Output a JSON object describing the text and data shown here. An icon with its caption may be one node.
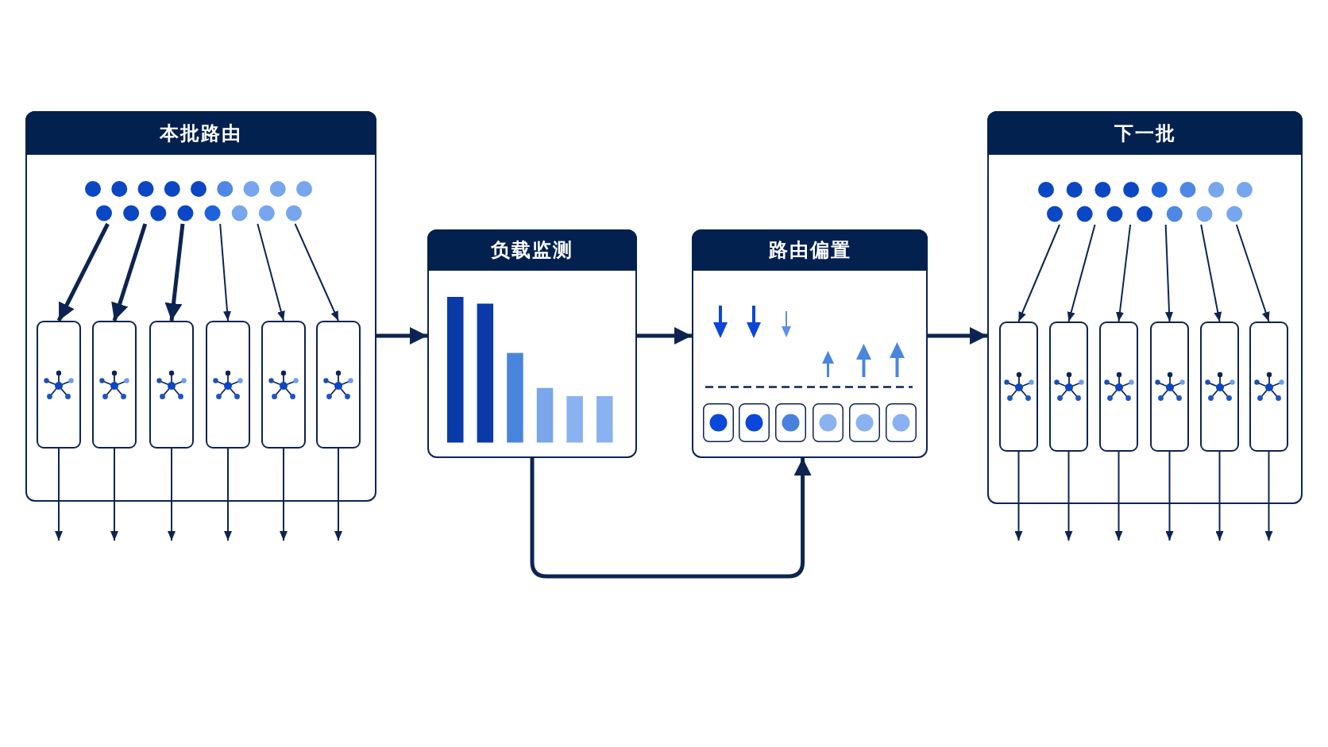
{
  "diagram": {
    "nodes": [
      {
        "text": [
          "本批路由"
        ]
      },
      {
        "text": [],
        "shape": "picture",
        "in": 0
      },
      {
        "text": [],
        "shape": "box",
        "in": 0
      },
      {
        "text": [],
        "shape": "box",
        "in": 0
      },
      {
        "text": [],
        "shape": "box",
        "in": 0
      },
      {
        "text": [],
        "shape": "box",
        "in": 0
      },
      {
        "text": [],
        "shape": "box",
        "in": 0
      },
      {
        "text": [],
        "shape": "box",
        "in": 0
      },
      {
        "text": [
          "负载监测"
        ]
      },
      {
        "text": [
          "路由偏置"
        ]
      },
      {
        "text": [
          "下一批"
        ]
      },
      {
        "text": [],
        "shape": "picture",
        "in": 10
      },
      {
        "text": [],
        "shape": "box",
        "in": 10
      },
      {
        "text": [],
        "shape": "box",
        "in": 10
      },
      {
        "text": [],
        "shape": "box",
        "in": 10
      },
      {
        "text": [],
        "shape": "box",
        "in": 10
      },
      {
        "text": [],
        "shape": "box",
        "in": 10
      },
      {
        "text": [],
        "shape": "box",
        "in": 10
      }
    ],
    "edges": [
      {
        "from": 1,
        "to": 2,
        "arrow": "to",
        "style": "thick"
      },
      {
        "from": 1,
        "to": 3,
        "arrow": "to",
        "style": "thick"
      },
      {
        "from": 1,
        "to": 4,
        "arrow": "to",
        "style": "thick"
      },
      {
        "from": 1,
        "to": 5,
        "arrow": "to"
      },
      {
        "from": 1,
        "to": 6,
        "arrow": "to"
      },
      {
        "from": 1,
        "to": 7,
        "arrow": "to"
      },
      {
        "from": 2,
        "to": null,
        "arrow": "to"
      },
      {
        "from": 3,
        "to": null,
        "arrow": "to"
      },
      {
        "from": 4,
        "to": null,
        "arrow": "to"
      },
      {
        "from": 5,
        "to": null,
        "arrow": "to"
      },
      {
        "from": 6,
        "to": null,
        "arrow": "to"
      },
      {
        "from": 7,
        "to": null,
        "arrow": "to"
      },
      {
        "from": 0,
        "to": 8,
        "arrow": "to",
        "style": "thick"
      },
      {
        "from": 8,
        "to": 9,
        "arrow": "to",
        "style": "thick"
      },
      {
        "from": 8,
        "to": 9,
        "arrow": "to",
        "style": "thick"
      },
      {
        "from": 9,
        "to": 10,
        "arrow": "to",
        "style": "thick"
      },
      {
        "from": 11,
        "to": 12,
        "arrow": "to"
      },
      {
        "from": 11,
        "to": 13,
        "arrow": "to"
      },
      {
        "from": 11,
        "to": 14,
        "arrow": "to"
      },
      {
        "from": 11,
        "to": 15,
        "arrow": "to"
      },
      {
        "from": 11,
        "to": 16,
        "arrow": "to"
      },
      {
        "from": 11,
        "to": 17,
        "arrow": "to"
      },
      {
        "from": 12,
        "to": null,
        "arrow": "to"
      },
      {
        "from": 13,
        "to": null,
        "arrow": "to"
      },
      {
        "from": 14,
        "to": null,
        "arrow": "to"
      },
      {
        "from": 15,
        "to": null,
        "arrow": "to"
      },
      {
        "from": 16,
        "to": null,
        "arrow": "to"
      },
      {
        "from": 17,
        "to": null,
        "arrow": "to"
      }
    ]
  }
}
